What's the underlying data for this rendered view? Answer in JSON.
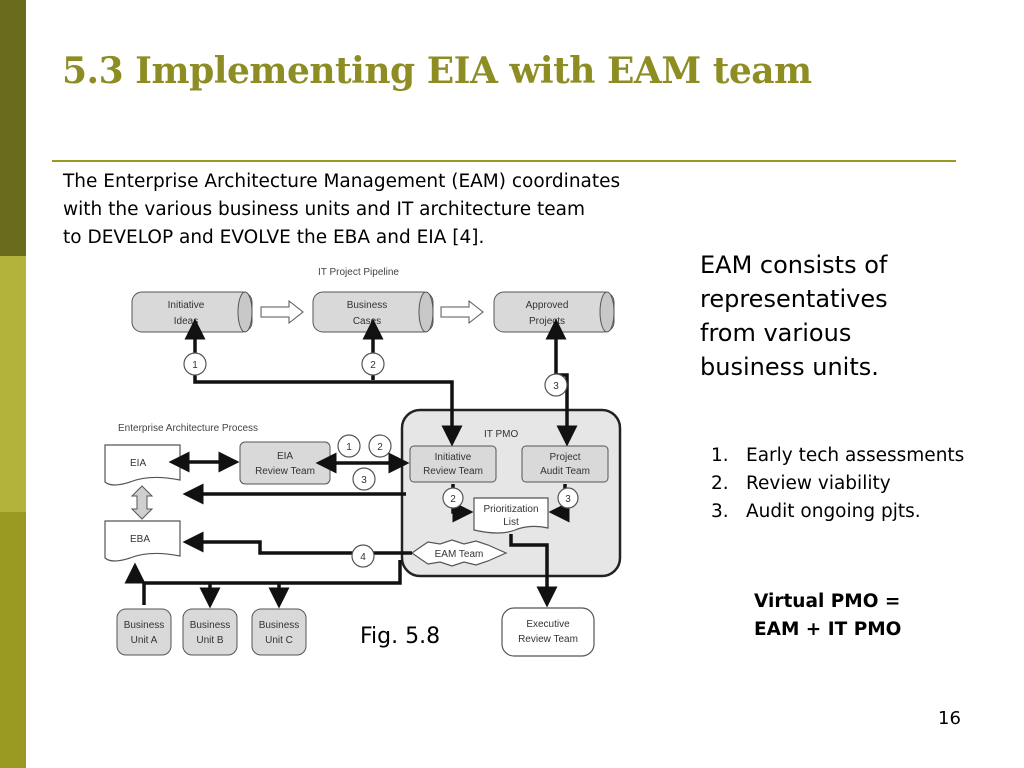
{
  "slide": {
    "title": "5.3 Implementing EIA with EAM team",
    "intro_lines": [
      "The Enterprise Architecture Management (EAM) coordinates",
      "with the various business units and IT architecture team",
      "to DEVELOP and EVOLVE the EBA and EIA [4]."
    ],
    "side_paragraph_lines": [
      "EAM consists of",
      "representatives",
      "from various",
      "business units."
    ],
    "list": [
      {
        "num": "1.",
        "text": "Early tech assessments"
      },
      {
        "num": "2.",
        "text": "Review viability"
      },
      {
        "num": "3.",
        "text": "Audit ongoing pjts."
      }
    ],
    "virtual_lines": [
      "Virtual PMO =",
      "EAM + IT PMO"
    ],
    "figure_caption": "Fig. 5.8",
    "page_number": "16"
  },
  "diagram": {
    "pipeline_title": "IT Project Pipeline",
    "pipeline": {
      "initiative": [
        "Initiative",
        "Ideas"
      ],
      "business": [
        "Business",
        "Cases"
      ],
      "approved": [
        "Approved",
        "Projects"
      ]
    },
    "ea_process_title": "Enterprise Architecture Process",
    "eia_doc": "EIA",
    "eba_doc": "EBA",
    "eia_review": [
      "EIA",
      "Review Team"
    ],
    "itpmo_title": "IT PMO",
    "initiative_review": [
      "Initiative",
      "Review Team"
    ],
    "project_audit": [
      "Project",
      "Audit Team"
    ],
    "prioritization": [
      "Prioritization",
      "List"
    ],
    "eam_team": "EAM Team",
    "executive_review": [
      "Executive",
      "Review Team"
    ],
    "business_units": [
      [
        "Business",
        "Unit A"
      ],
      [
        "Business",
        "Unit B"
      ],
      [
        "Business",
        "Unit C"
      ]
    ],
    "markers": [
      "1",
      "2",
      "3"
    ],
    "marker_four": "4"
  },
  "colors": {
    "title": "#8d8d24",
    "rule": "#9a9a22",
    "sidebar_dark": "#6b6b1e",
    "sidebar_mid": "#b3b33c",
    "sidebar_base": "#9a9a22",
    "box_fill": "#d9d9d9",
    "pmo_fill": "#e6e6e6"
  }
}
